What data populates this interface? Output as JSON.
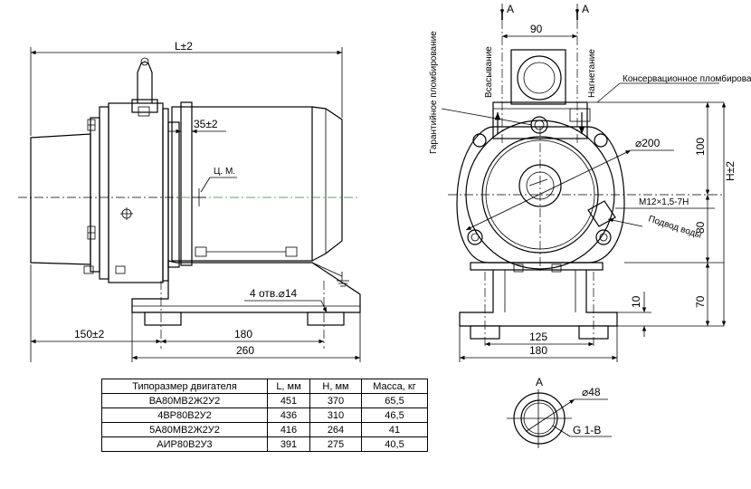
{
  "side_view": {
    "length_label": "L±2",
    "offset_label": "35±2",
    "center_mass_label": "Ц. М.",
    "holes_label": "4 отв.⌀14",
    "dim_180": "180",
    "dim_150": "150±2",
    "dim_260": "260"
  },
  "front_view": {
    "section_mark_left": "A",
    "section_mark_right": "A",
    "dim_90": "90",
    "suction_label": "Всасывание",
    "discharge_label": "Нагнетание",
    "warranty_seal_label": "Гарантийное пломбирование",
    "conservation_seal_label": "Консервационное пломбирование",
    "diameter_label": "⌀200",
    "thread_label": "М12×1,5-7Н",
    "water_supply_label": "Подвод воды",
    "dim_100": "100",
    "dim_h": "Н±2",
    "dim_80": "80",
    "dim_10": "10",
    "dim_70": "70",
    "dim_125": "125",
    "dim_180": "180"
  },
  "detail_view": {
    "title": "A",
    "diameter_label": "⌀48",
    "thread_label": "G 1-В"
  },
  "table": {
    "headers": [
      "Типоразмер двигателя",
      "L, мм",
      "Н, мм",
      "Масса, кг"
    ],
    "rows": [
      [
        "ВА80МВ2Ж2У2",
        "451",
        "370",
        "65,5"
      ],
      [
        "4ВР80В2У2",
        "436",
        "310",
        "46,5"
      ],
      [
        "5А80МВ2Ж2У2",
        "416",
        "264",
        "41"
      ],
      [
        "АИР80В2У3",
        "391",
        "275",
        "40,5"
      ]
    ]
  },
  "colors": {
    "centerline_accent": "#2e8b3a",
    "line": "#000000"
  }
}
